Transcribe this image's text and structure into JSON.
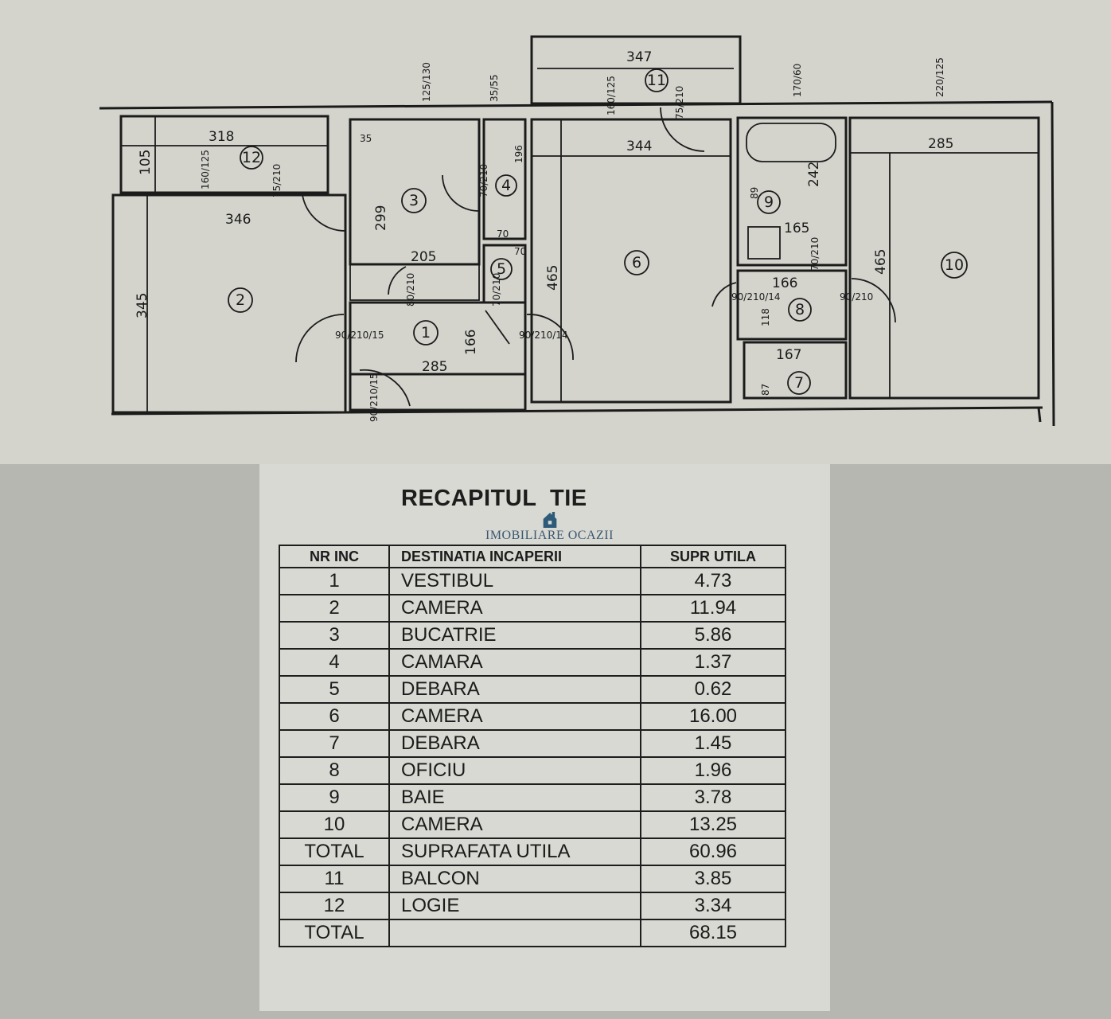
{
  "plan": {
    "rooms": [
      "1",
      "2",
      "3",
      "4",
      "5",
      "6",
      "7",
      "8",
      "9",
      "10",
      "11",
      "12"
    ],
    "dims": {
      "balcony_w": "347",
      "logia_w": "318",
      "logia_d": "105",
      "r2_w": "346",
      "r2_h": "345",
      "r3_h": "299",
      "r3_w": "205",
      "r1_w": "285",
      "r1_h": "166",
      "r4_h": "196",
      "r6_h": "465",
      "r6_w": "344",
      "r10_h": "465",
      "r10_w": "285",
      "r9_h": "242",
      "r9_w": "165",
      "r8_w": "166",
      "r7_w": "167",
      "r7_h": "87",
      "r9_s": "89",
      "r8_h": "118",
      "win1": "125/130",
      "win2": "35/55",
      "win3": "160/125",
      "win4": "170/60",
      "win5": "220/125",
      "win6": "160/125",
      "door_a": "90/210/15",
      "door_b": "90/210/14",
      "door_c": "80/210",
      "door_d": "70/210",
      "door_e": "75/210",
      "door_f": "70/210",
      "door_g": "90/210",
      "door_h": "90/210/14",
      "door_i": "70/210",
      "door_j": "90/210/15",
      "door_k": "75/210",
      "small_35": "35",
      "small_70": "70",
      "small_70b": "70"
    }
  },
  "summary": {
    "title": "RECAPITUL  TIE",
    "watermark": "IMOBILIARE OCAZII",
    "headers": [
      "NR INC",
      "DESTINATIA INCAPERII",
      "SUPR UTILA"
    ],
    "rows": [
      [
        "1",
        "VESTIBUL",
        "4.73"
      ],
      [
        "2",
        "CAMERA",
        "11.94"
      ],
      [
        "3",
        "BUCATRIE",
        "5.86"
      ],
      [
        "4",
        "CAMARA",
        "1.37"
      ],
      [
        "5",
        "DEBARA",
        "0.62"
      ],
      [
        "6",
        "CAMERA",
        "16.00"
      ],
      [
        "7",
        "DEBARA",
        "1.45"
      ],
      [
        "8",
        "OFICIU",
        "1.96"
      ],
      [
        "9",
        "BAIE",
        "3.78"
      ],
      [
        "10",
        "CAMERA",
        "13.25"
      ],
      [
        "TOTAL",
        "SUPRAFATA UTILA",
        "60.96"
      ],
      [
        "11",
        "BALCON",
        "3.85"
      ],
      [
        "12",
        "LOGIE",
        "3.34"
      ],
      [
        "TOTAL",
        "",
        "68.15"
      ]
    ]
  }
}
